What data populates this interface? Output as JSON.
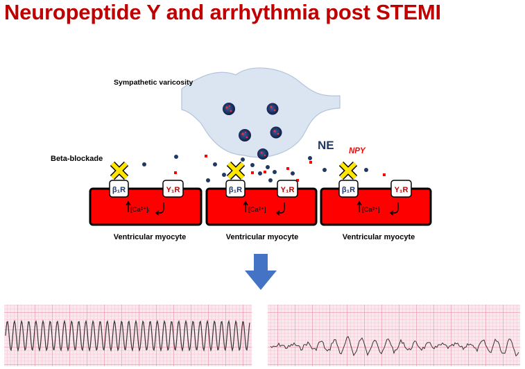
{
  "title": "Neuropeptide Y and arrhythmia post STEMI",
  "labels": {
    "varicosity": "Sympathetic varicosity",
    "beta_blockade": "Beta-blockade",
    "ne": "NE",
    "npy": "NPY"
  },
  "myocytes": [
    {
      "label": "Ventricular myocyte",
      "beta_receptor": "β₁R",
      "y_receptor": "Y₁R",
      "calcium": "[Ca²⁺]ᵢ"
    },
    {
      "label": "Ventricular myocyte",
      "beta_receptor": "β₁R",
      "y_receptor": "Y₁R",
      "calcium": "[Ca²⁺]"
    },
    {
      "label": "Ventricular myocyte",
      "beta_receptor": "β₁R",
      "y_receptor": "Y₁R",
      "calcium": "[Ca²⁺]"
    }
  ],
  "ecg_strips": [
    {
      "name": "monomorphic-vt"
    },
    {
      "name": "ventricular-fibrillation"
    }
  ],
  "colors": {
    "title": "#c00000",
    "myocyte": "#ff0000",
    "ne_dot": "#1f3864",
    "npy_dot": "#ff0000",
    "block_x": "#ffe600",
    "arrow": "#4472c4",
    "varicosity": "#dbe5f1"
  },
  "icons": [
    "down-arrow-icon",
    "block-x-icon"
  ]
}
